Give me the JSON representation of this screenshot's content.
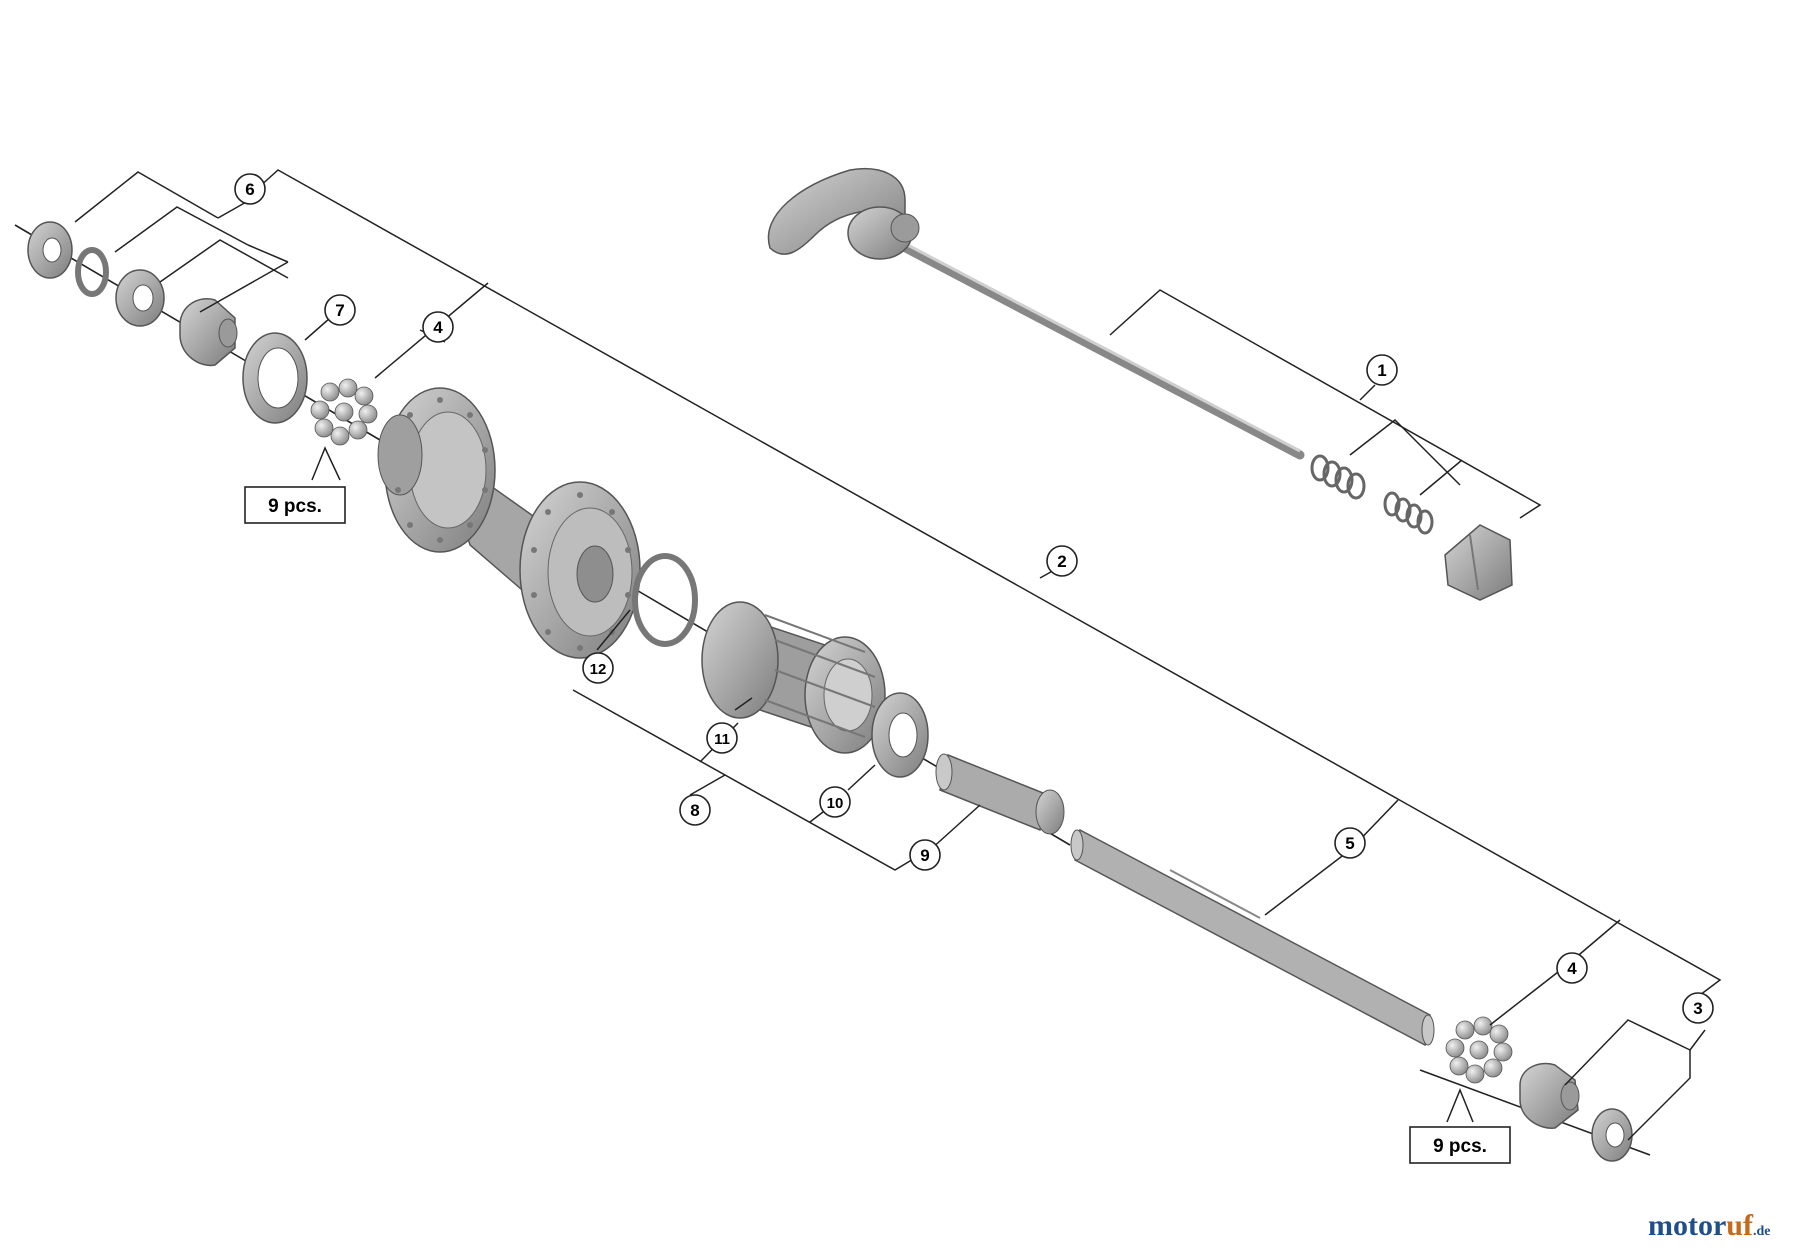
{
  "callouts": {
    "c1": "1",
    "c2": "2",
    "c3": "3",
    "c4a": "4",
    "c4b": "4",
    "c5": "5",
    "c6": "6",
    "c7": "7",
    "c8": "8",
    "c9": "9",
    "c10": "10",
    "c11": "11",
    "c12": "12"
  },
  "quantity_labels": {
    "top": "9 pcs.",
    "bottom": "9 pcs."
  },
  "watermark": {
    "part1": "motor",
    "part2": "uf",
    "suffix": ".de"
  },
  "colors": {
    "part_fill": "#b3b3b3",
    "part_dark": "#8c8c8c",
    "line": "#222222",
    "watermark_blue": "#1f4e8c",
    "watermark_orange": "#c56a1c"
  }
}
